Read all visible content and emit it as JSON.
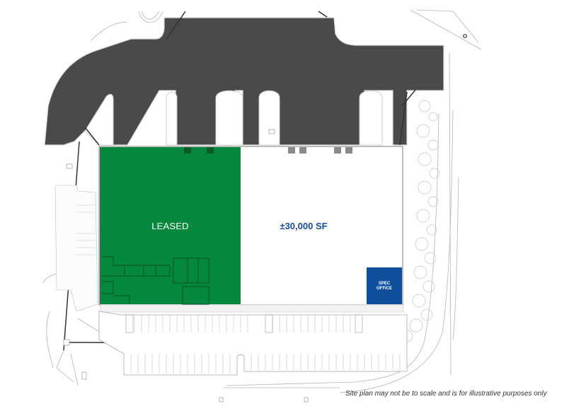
{
  "site_plan": {
    "suites": [
      {
        "id": "leased",
        "label": "LEASED",
        "status": "leased",
        "color": "#04883d"
      },
      {
        "id": "available",
        "label": "±30,000 SF",
        "status": "available",
        "color": "#ffffff",
        "text_color": "#1a4d93"
      }
    ],
    "spec_office": {
      "label_line1": "SPEC",
      "label_line2": "OFFICE",
      "color": "#0e4e9a"
    },
    "colors": {
      "asphalt": "#4a4a4a",
      "leased": "#04883d",
      "spec_office": "#0e4e9a",
      "available_text": "#1a4d93",
      "linework": "#9a9a9a"
    },
    "disclaimer": "Site plan may not be to scale and is for illustrative purposes only"
  }
}
